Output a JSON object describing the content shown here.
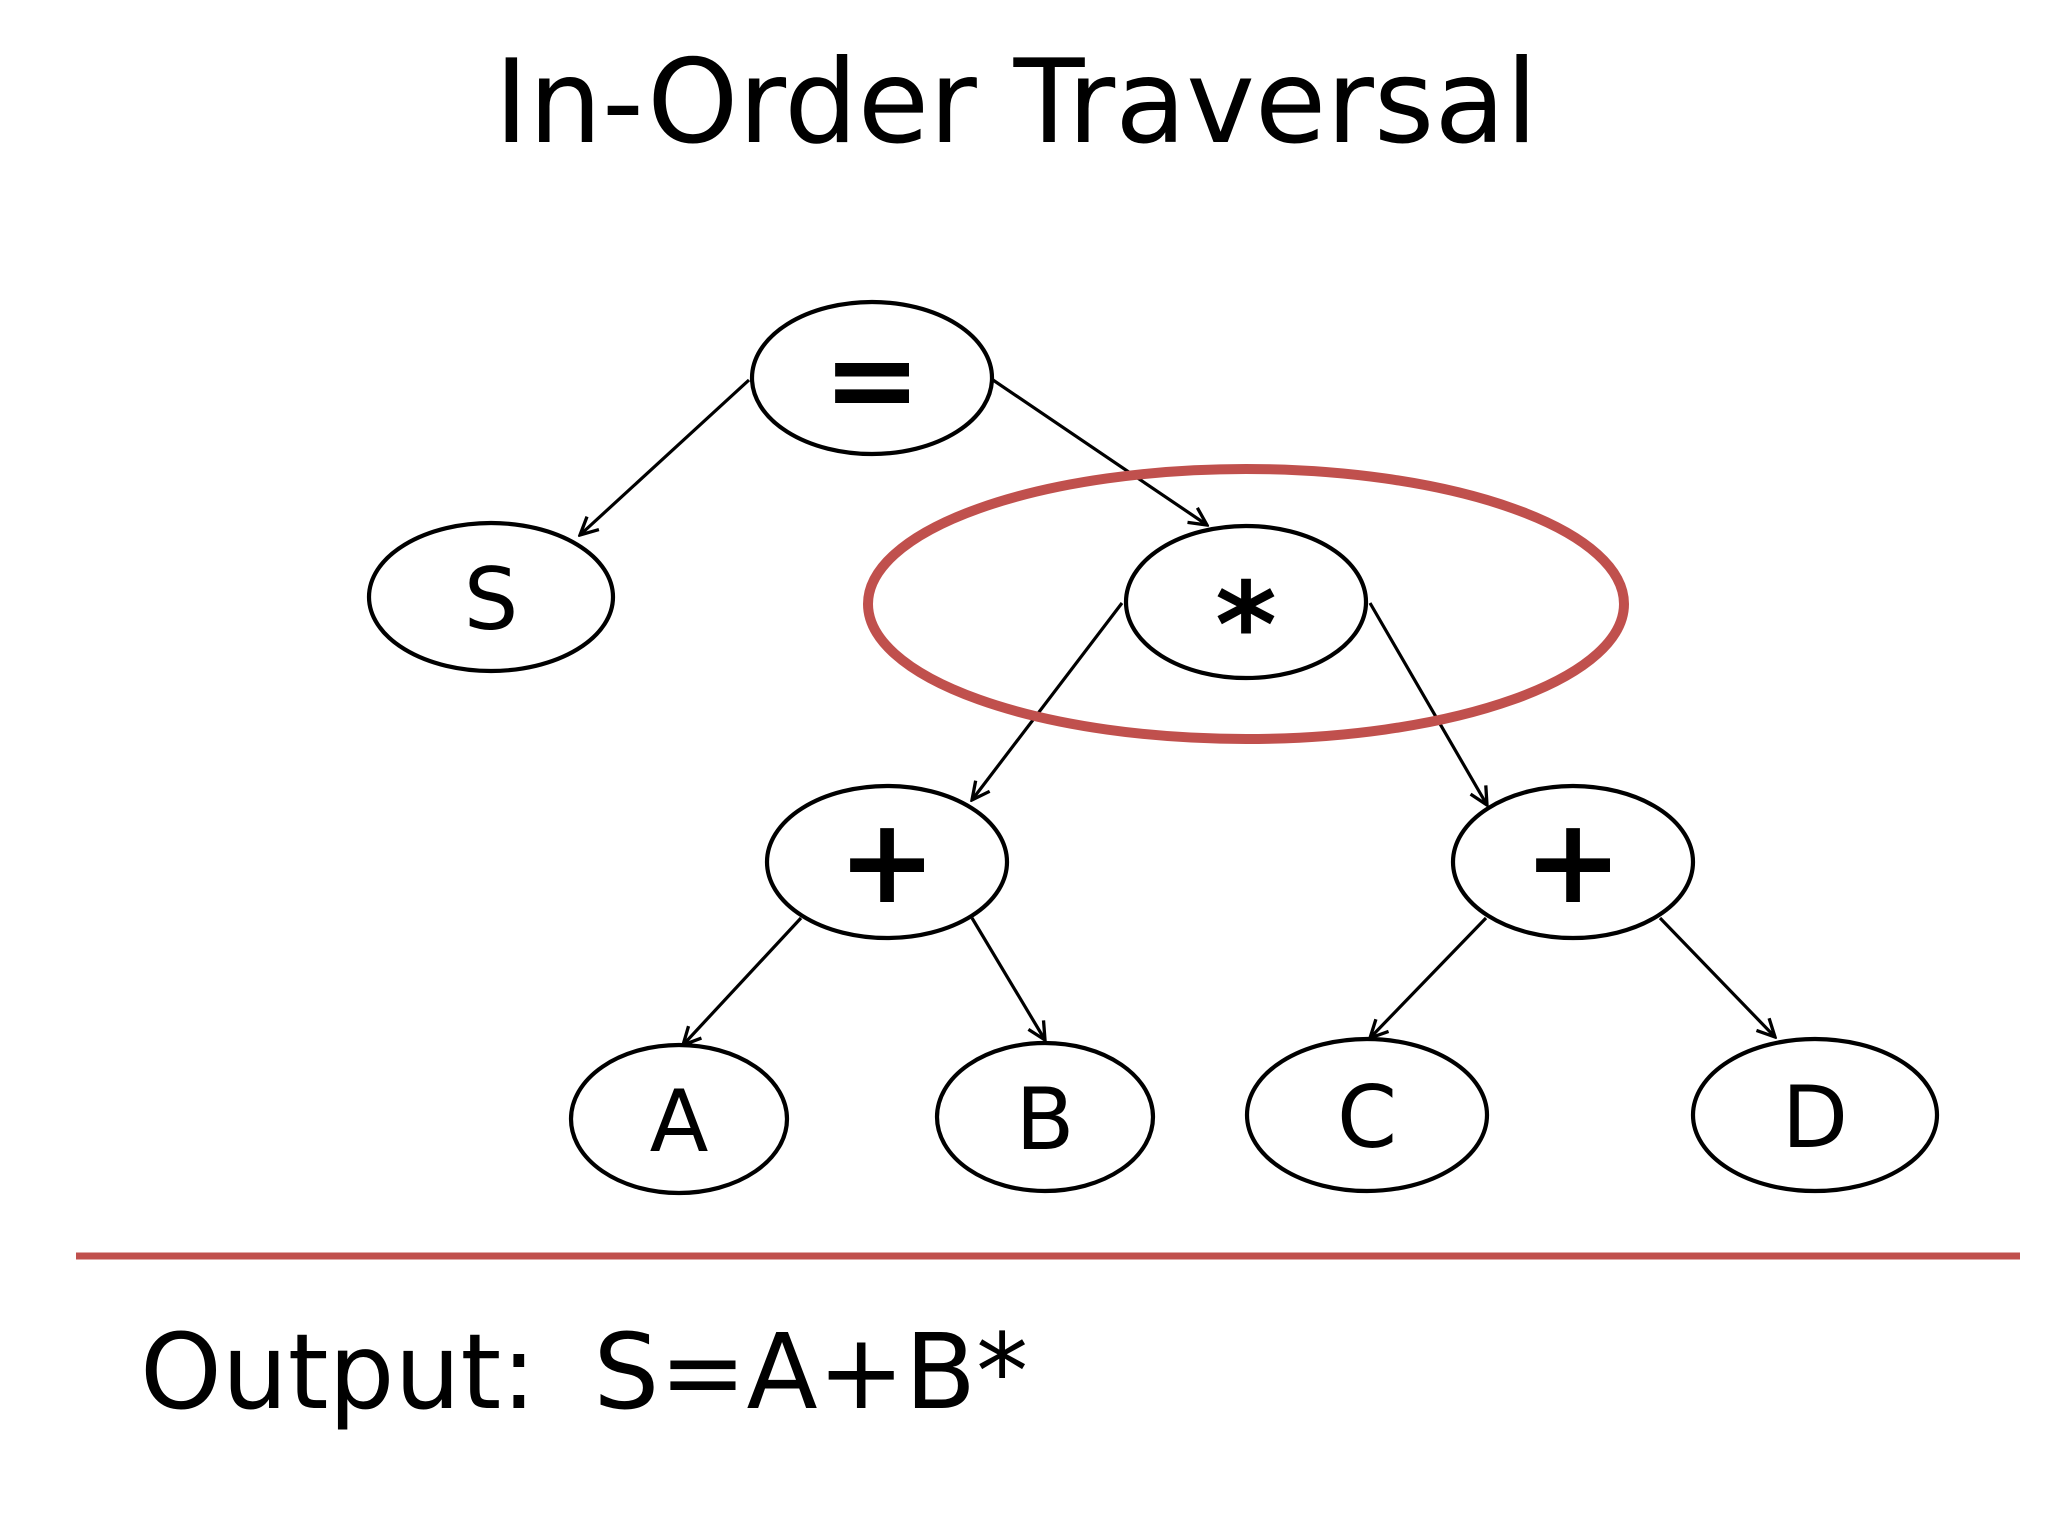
{
  "title": "In-Order Traversal",
  "output": {
    "label": "Output:",
    "value": "S=A+B*"
  },
  "colors": {
    "highlight": "#c0504d",
    "divider": "#c0504d",
    "stroke": "#000000"
  },
  "tree": {
    "highlighted_node": "mul",
    "nodes": [
      {
        "id": "eq",
        "label": "="
      },
      {
        "id": "s",
        "label": "S"
      },
      {
        "id": "mul",
        "label": "*"
      },
      {
        "id": "plus-left",
        "label": "+"
      },
      {
        "id": "plus-right",
        "label": "+"
      },
      {
        "id": "a",
        "label": "A"
      },
      {
        "id": "b",
        "label": "B"
      },
      {
        "id": "c",
        "label": "C"
      },
      {
        "id": "d",
        "label": "D"
      }
    ],
    "edges": [
      {
        "from": "eq",
        "to": "s"
      },
      {
        "from": "eq",
        "to": "mul"
      },
      {
        "from": "mul",
        "to": "plus-left"
      },
      {
        "from": "mul",
        "to": "plus-right"
      },
      {
        "from": "plus-left",
        "to": "a"
      },
      {
        "from": "plus-left",
        "to": "b"
      },
      {
        "from": "plus-right",
        "to": "c"
      },
      {
        "from": "plus-right",
        "to": "d"
      }
    ]
  }
}
